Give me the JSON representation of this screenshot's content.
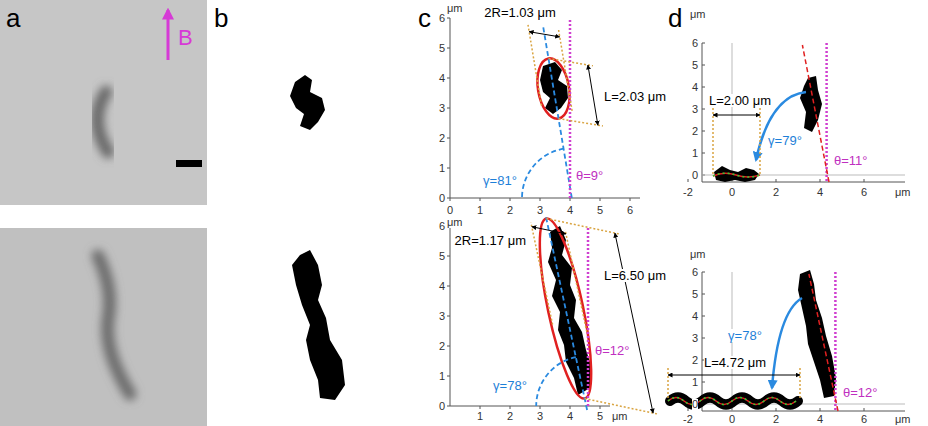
{
  "diagram": {
    "labels": [
      "a",
      "B",
      "b",
      "c",
      "μm",
      "0",
      "1",
      "2",
      "3",
      "4",
      "5",
      "6",
      "0",
      "1",
      "2",
      "3",
      "4",
      "5",
      "6",
      "2R=1.03 μm",
      "L=2.03 μm",
      "γ=81°",
      "θ=9°",
      "μm",
      "0",
      "1",
      "2",
      "3",
      "4",
      "5",
      "6",
      "1",
      "2",
      "3",
      "4",
      "5",
      "μm",
      "2R=1.17 μm",
      "L=6.50 μm",
      "θ=12°",
      "γ=78°",
      "d",
      "μm",
      "0",
      "1",
      "2",
      "3",
      "4",
      "5",
      "6",
      "-2",
      "0",
      "2",
      "4",
      "6",
      "μm",
      "L=2.00 μm",
      "γ=79°",
      "θ=11°",
      "μm",
      "0",
      "1",
      "2",
      "3",
      "4",
      "5",
      "6",
      "-2",
      "0",
      "2",
      "4",
      "6",
      "μm",
      "L=4.72 μm",
      "γ=78°",
      "θ=12°"
    ]
  }
}
